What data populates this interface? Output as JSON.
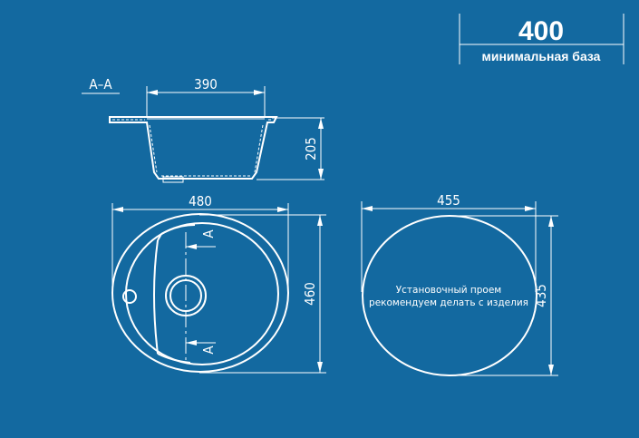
{
  "header": {
    "min_base_value": "400",
    "min_base_label": "минимальная база"
  },
  "section": {
    "label": "A–A",
    "width": "390",
    "depth": "205"
  },
  "top_view": {
    "width": "480",
    "height": "460",
    "section_mark_top": "A",
    "section_mark_bottom": "A"
  },
  "cutout": {
    "width": "455",
    "height": "435",
    "note_line1": "Установочный проем",
    "note_line2": "рекомендуем делать с изделия"
  },
  "colors": {
    "background": "#1369a0",
    "lines": "#ffffff"
  }
}
